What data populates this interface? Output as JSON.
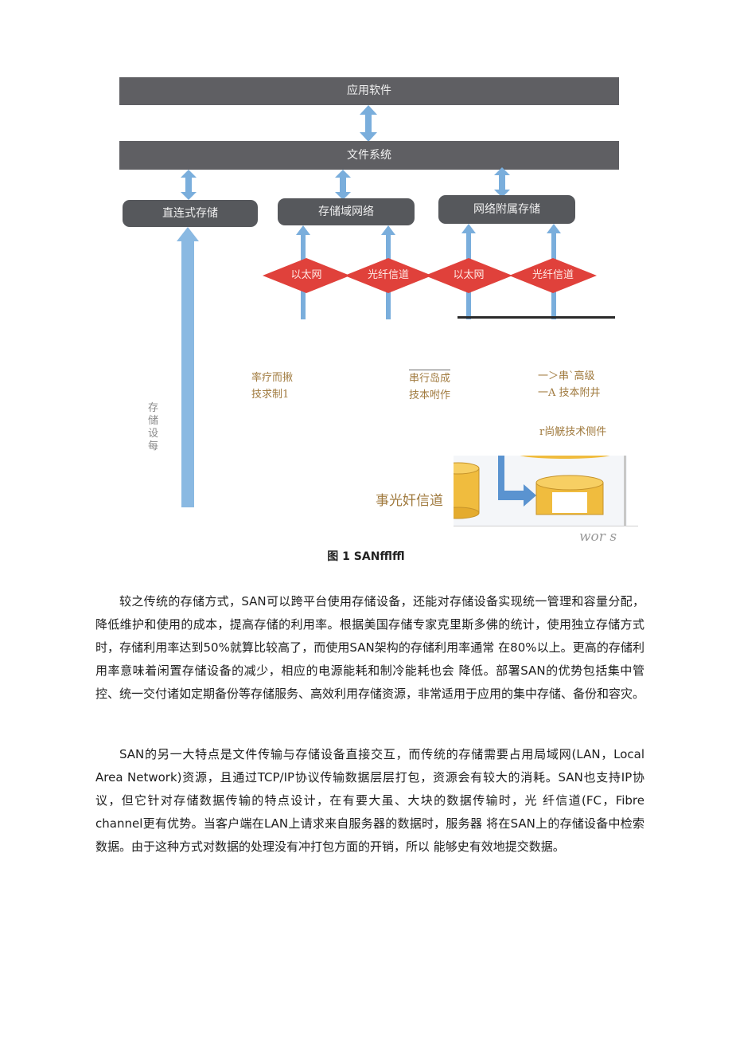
{
  "figure": {
    "top_bar": "应用软件",
    "file_system_bar": "文件系统",
    "nodes": {
      "das": "直连式存储",
      "san": "存储域网络",
      "nas": "网络附属存储"
    },
    "diamonds": [
      "以太网",
      "光纤信道",
      "以太网",
      "光纤信道"
    ],
    "vertical_label": "存储设每",
    "notes": {
      "left": [
        "率疗而揪",
        "技求制1"
      ],
      "middle": [
        "串行岛成",
        "技本咐作"
      ],
      "right": [
        "一＞串`高级",
        "一A  技本附井"
      ],
      "right_sub": "r尚觥技术侧件"
    },
    "fc_label": "事光奸信道",
    "corner_text": "wor s",
    "caption": "图 1 SANfflffl"
  },
  "paragraphs": [
    "较之传统的存储方式，SAN可以跨平台使用存储设备，还能对存储设备实现统一管理和容量分配，降低维护和使用的成本，提高存储的利用率。根据美国存储专家克里斯多佛的统计，使用独立存储方式时，存储利用率达到50%就算比较高了，而使用SAN架构的存储利用率通常 在80%以上。更高的存储利用率意味着闲置存储设备的减少，相应的电源能耗和制冷能耗也会 降低。部署SAN的优势包括集中管控、统一交付诸如定期备份等存储服务、高效利用存储资源，非常适用于应用的集中存储、备份和容灾。",
    "SAN的另一大特点是文件传输与存储设备直接交互，而传统的存储需要占用局域网(LAN，Local Area Network)资源，且通过TCP/IP协议传输数据层层打包，资源会有较大的消耗。SAN也支持IP协议，但它针对存储数据传输的特点设计，在有要大虽、大块的数据传输时，光 纤信道(FC，Fibre channel更有优势。当客户端在LAN上请求来自服务器的数据时，服务器 将在SAN上的存储设备中检索数据。由于这种方式对数据的处理没有冲打包方面的开销，所以 能够史有效地提交数据。"
  ]
}
